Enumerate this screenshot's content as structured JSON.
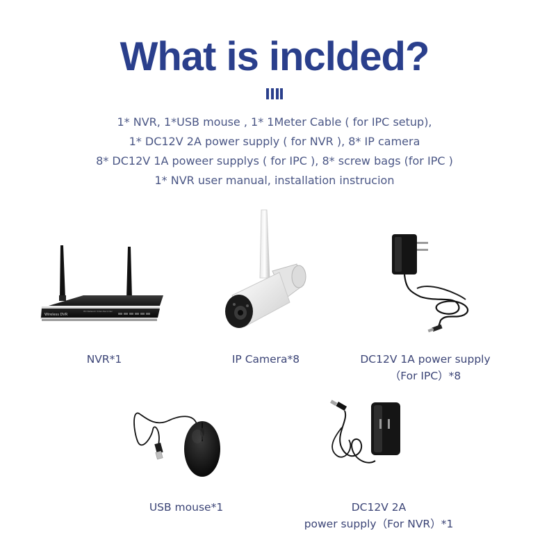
{
  "title": "What is inclded?",
  "description": [
    "1* NVR, 1*USB mouse , 1* 1Meter Cable ( for IPC setup),",
    "1* DC12V 2A power supply ( for NVR ), 8*  IP camera",
    "8* DC12V 1A poweer supplys ( for IPC ), 8* screw bags (for IPC )",
    "1* NVR user manual, installation instrucion"
  ],
  "items": {
    "nvr": {
      "label": "NVR*1",
      "brand_text": "Wireless DVR",
      "panel_text": "HD Network Video Recorder"
    },
    "ip_camera": {
      "label": "IP Camera*8"
    },
    "adapter_1a": {
      "label_line1": "DC12V 1A power supply",
      "label_line2": "（For IPC）*8"
    },
    "mouse": {
      "label": "USB mouse*1"
    },
    "adapter_2a": {
      "label_line1": "DC12V 2A",
      "label_line2": "power supply（For NVR）*1"
    }
  },
  "colors": {
    "title": "#2a3f8c",
    "text": "#4a5685",
    "caption": "#3b4476"
  }
}
